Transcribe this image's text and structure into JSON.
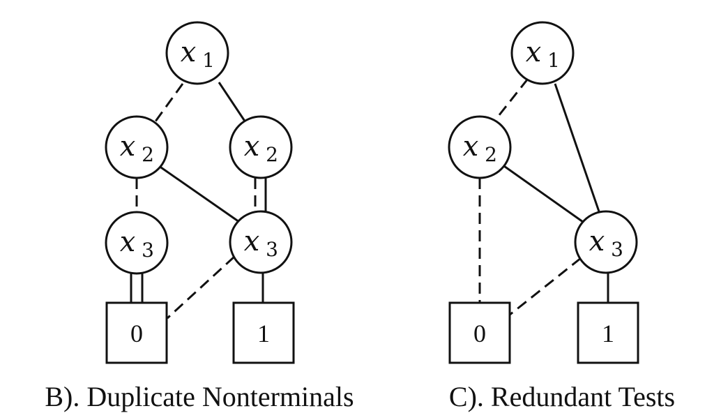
{
  "panels": [
    {
      "caption": "B). Duplicate Nonterminals",
      "nodes": {
        "x1": {
          "var": "x",
          "sub": "1"
        },
        "x2_left": {
          "var": "x",
          "sub": "2"
        },
        "x2_right": {
          "var": "x",
          "sub": "2"
        },
        "x3_left": {
          "var": "x",
          "sub": "3"
        },
        "x3_right": {
          "var": "x",
          "sub": "3"
        }
      },
      "terminals": {
        "zero": "0",
        "one": "1"
      }
    },
    {
      "caption": "C). Redundant Tests",
      "nodes": {
        "x1": {
          "var": "x",
          "sub": "1"
        },
        "x2": {
          "var": "x",
          "sub": "2"
        },
        "x3": {
          "var": "x",
          "sub": "3"
        }
      },
      "terminals": {
        "zero": "0",
        "one": "1"
      }
    }
  ]
}
